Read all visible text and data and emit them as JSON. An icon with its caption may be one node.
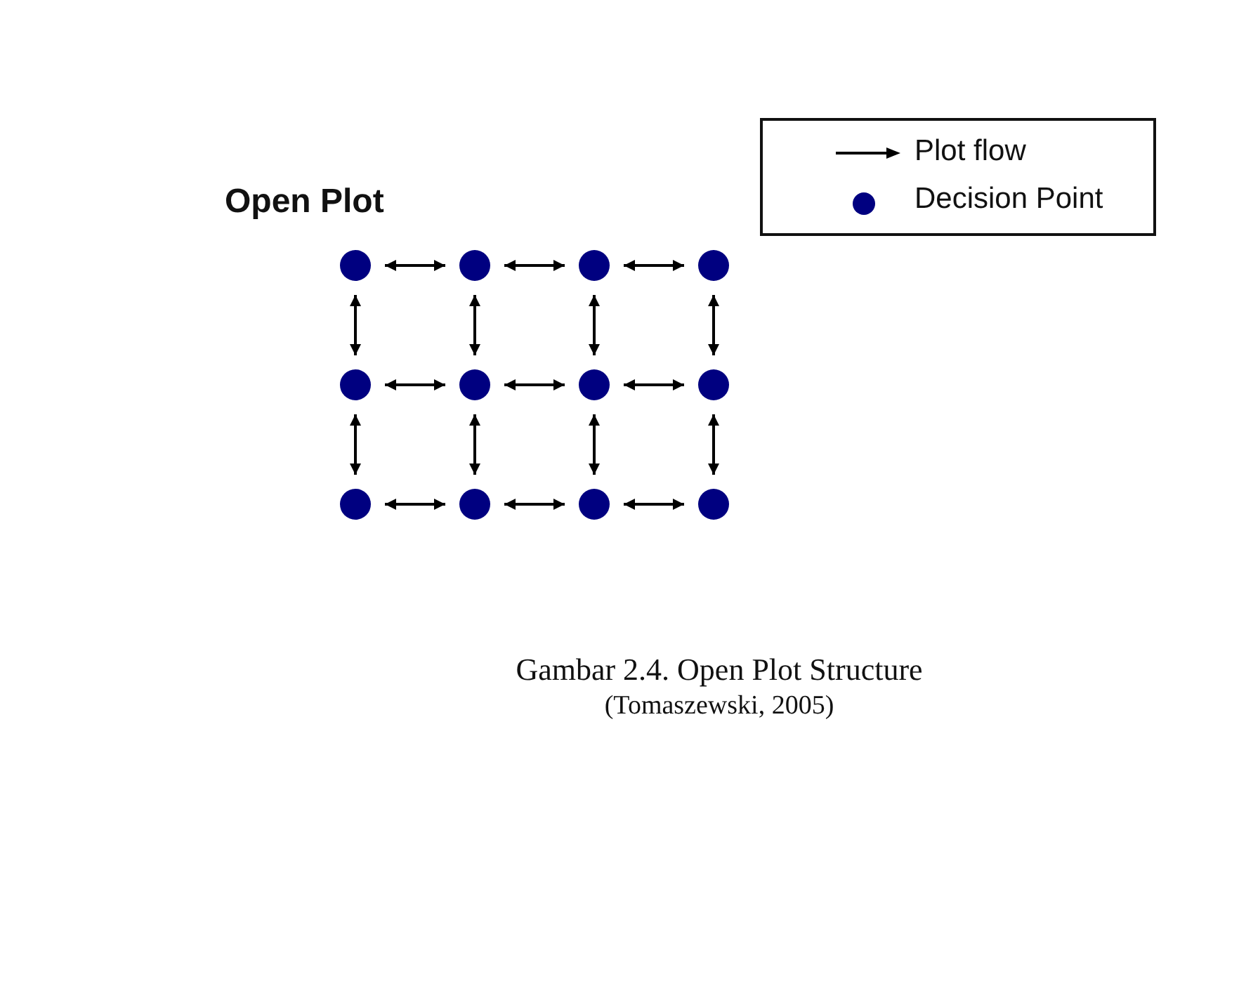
{
  "diagram": {
    "title": "Open Plot",
    "caption": "Gambar 2.4. Open Plot Structure",
    "nodes": [
      {
        "text": [],
        "shape": "circle"
      },
      {
        "text": [],
        "shape": "circle"
      },
      {
        "text": [],
        "shape": "circle"
      },
      {
        "text": [],
        "shape": "circle"
      },
      {
        "text": [],
        "shape": "circle"
      },
      {
        "text": [],
        "shape": "circle"
      },
      {
        "text": [],
        "shape": "circle"
      },
      {
        "text": [],
        "shape": "circle"
      },
      {
        "text": [],
        "shape": "circle"
      },
      {
        "text": [],
        "shape": "circle"
      },
      {
        "text": [],
        "shape": "circle"
      },
      {
        "text": [],
        "shape": "circle"
      }
    ],
    "edges": [
      {
        "from": 0,
        "to": 1,
        "arrow": "both"
      },
      {
        "from": 1,
        "to": 2,
        "arrow": "both"
      },
      {
        "from": 2,
        "to": 3,
        "arrow": "both"
      },
      {
        "from": 0,
        "to": 4,
        "arrow": "both"
      },
      {
        "from": 1,
        "to": 5,
        "arrow": "both"
      },
      {
        "from": 2,
        "to": 6,
        "arrow": "both"
      },
      {
        "from": 3,
        "to": 7,
        "arrow": "both"
      },
      {
        "from": 4,
        "to": 5,
        "arrow": "both"
      },
      {
        "from": 5,
        "to": 6,
        "arrow": "both"
      },
      {
        "from": 6,
        "to": 7,
        "arrow": "both"
      },
      {
        "from": 4,
        "to": 8,
        "arrow": "both"
      },
      {
        "from": 5,
        "to": 9,
        "arrow": "both"
      },
      {
        "from": 6,
        "to": 10,
        "arrow": "both"
      },
      {
        "from": 7,
        "to": 11,
        "arrow": "both"
      },
      {
        "from": 8,
        "to": 9,
        "arrow": "both"
      },
      {
        "from": 9,
        "to": 10,
        "arrow": "both"
      },
      {
        "from": 10,
        "to": 11,
        "arrow": "both"
      }
    ],
    "labels": [
      "(Tomaszewski, 2005)"
    ],
    "legend": [
      {
        "text": "Plot flow"
      },
      {
        "text": "Decision Point",
        "color": "#000080"
      }
    ]
  }
}
